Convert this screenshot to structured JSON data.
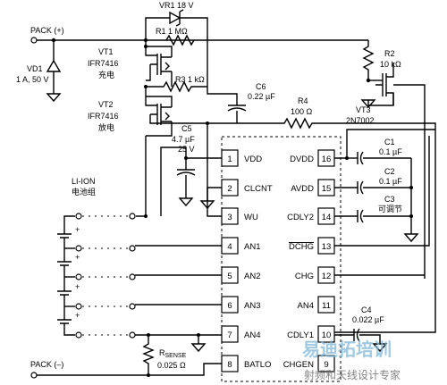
{
  "labels": {
    "pack_plus": "PACK (+)",
    "pack_minus": "PACK (–)",
    "vd1": "VD1",
    "vd1_rating": "1 A, 50 V",
    "vr1": "VR1 18 V",
    "r1": "R1 1 MΩ",
    "vt1": "VT1",
    "vt1_part": "IFR7416",
    "vt1_fn": "充电",
    "vt2": "VT2",
    "vt2_part": "IFR7416",
    "vt2_fn": "放电",
    "r3": "R3 1 kΩ",
    "c6": "C6",
    "c6_val": "0.22 µF",
    "r4": "R4",
    "r4_val": "100 Ω",
    "r2": "R2",
    "r2_val": "10 kΩ",
    "vt3": "VT3",
    "vt3_part": "2N7002",
    "c5": "C5",
    "c5_val1": "4.7 µF",
    "c5_val2": "25 V",
    "li_ion": "LI-ION",
    "li_ion_cn": "电池组",
    "c1": "C1",
    "c1_val": "0.1 µF",
    "c2": "C2",
    "c2_val": "0.1 µF",
    "c3": "C3",
    "c3_val": "可调节",
    "c4": "C4",
    "c4_val": "0.022 µF",
    "rsense_r": "R",
    "rsense_sub": "SENSE",
    "rsense_val": "0.025 Ω"
  },
  "ic": {
    "left_pins": [
      {
        "num": "1",
        "name": "VDD"
      },
      {
        "num": "2",
        "name": "CLCNT"
      },
      {
        "num": "3",
        "name": "WU"
      },
      {
        "num": "4",
        "name": "AN1"
      },
      {
        "num": "5",
        "name": "AN2"
      },
      {
        "num": "6",
        "name": "AN3"
      },
      {
        "num": "7",
        "name": "AN4"
      },
      {
        "num": "8",
        "name": "BATLO"
      }
    ],
    "right_pins": [
      {
        "num": "16",
        "name": "DVDD"
      },
      {
        "num": "15",
        "name": "AVDD"
      },
      {
        "num": "14",
        "name": "CDLY2"
      },
      {
        "num": "13",
        "name": "DCHG"
      },
      {
        "num": "12",
        "name": "CHG"
      },
      {
        "num": "11",
        "name": "AN4"
      },
      {
        "num": "10",
        "name": "CDLY1"
      },
      {
        "num": "9",
        "name": "CHGEN"
      }
    ]
  },
  "watermark": {
    "brand": "易迪拓培训",
    "tagline": "射频和天线设计专家"
  }
}
